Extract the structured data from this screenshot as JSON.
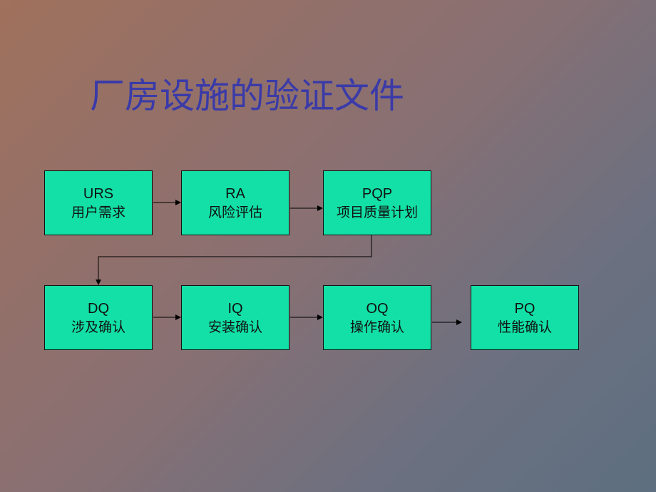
{
  "title": "厂房设施的验证文件",
  "colors": {
    "box_fill": "#13e0a6",
    "title_color": "#3a3aa8",
    "connector": "#000000"
  },
  "row1": [
    {
      "code": "URS",
      "label": "用户需求"
    },
    {
      "code": "RA",
      "label": "风险评估"
    },
    {
      "code": "PQP",
      "label": "项目质量计划"
    }
  ],
  "row2": [
    {
      "code": "DQ",
      "label": "涉及确认"
    },
    {
      "code": "IQ",
      "label": "安装确认"
    },
    {
      "code": "OQ",
      "label": "操作确认"
    },
    {
      "code": "PQ",
      "label": "性能确认"
    }
  ],
  "flow": [
    "URS",
    "RA",
    "PQP",
    "DQ",
    "IQ",
    "OQ",
    "PQ"
  ]
}
